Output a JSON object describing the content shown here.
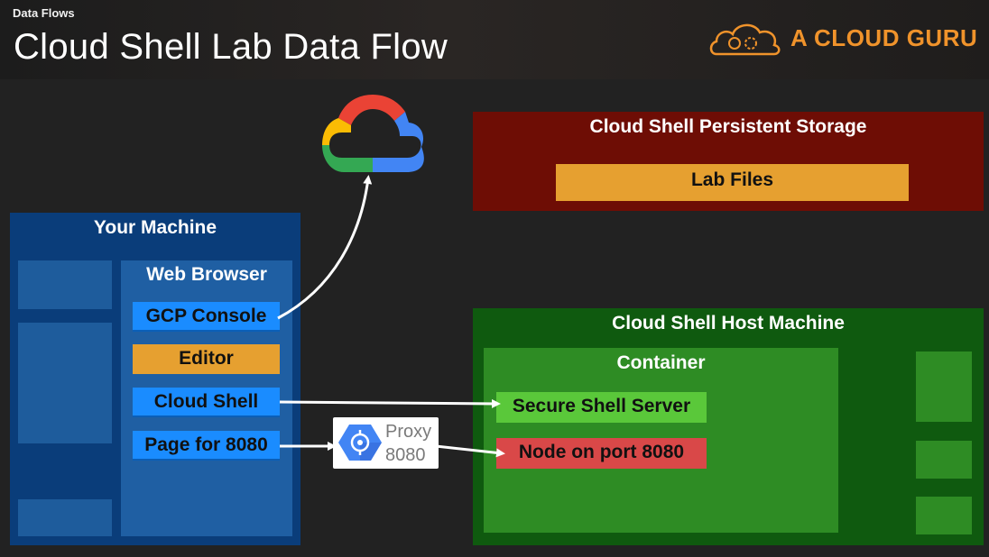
{
  "header": {
    "section_label": "Data Flows",
    "title": "Cloud Shell Lab Data Flow",
    "brand_name": "A CLOUD GURU",
    "brand_color": "#f0932b"
  },
  "your_machine": {
    "title": "Your Machine",
    "browser": {
      "title": "Web Browser",
      "items": [
        "GCP Console",
        "Editor",
        "Cloud Shell",
        "Page for 8080"
      ]
    }
  },
  "proxy": {
    "line1": "Proxy",
    "line2": "8080"
  },
  "persistent_storage": {
    "title": "Cloud Shell Persistent Storage",
    "item": "Lab Files"
  },
  "host_machine": {
    "title": "Cloud Shell Host Machine",
    "container": {
      "title": "Container",
      "items": [
        "Secure Shell Server",
        "Node on port 8080"
      ]
    }
  },
  "icons": [
    "google-cloud-logo",
    "cloud-guru-logo",
    "proxy-hexagon-icon"
  ],
  "colors": {
    "machine_blue": "#0a3d7a",
    "browser_blue": "#1f5fa3",
    "pill_blue": "#1a8cff",
    "orange": "#e6a030",
    "storage_red": "#6e0d05",
    "host_green": "#0f5a0f",
    "container_green": "#2e8c24",
    "ssh_green": "#5ac83a",
    "node_red": "#d94848"
  }
}
